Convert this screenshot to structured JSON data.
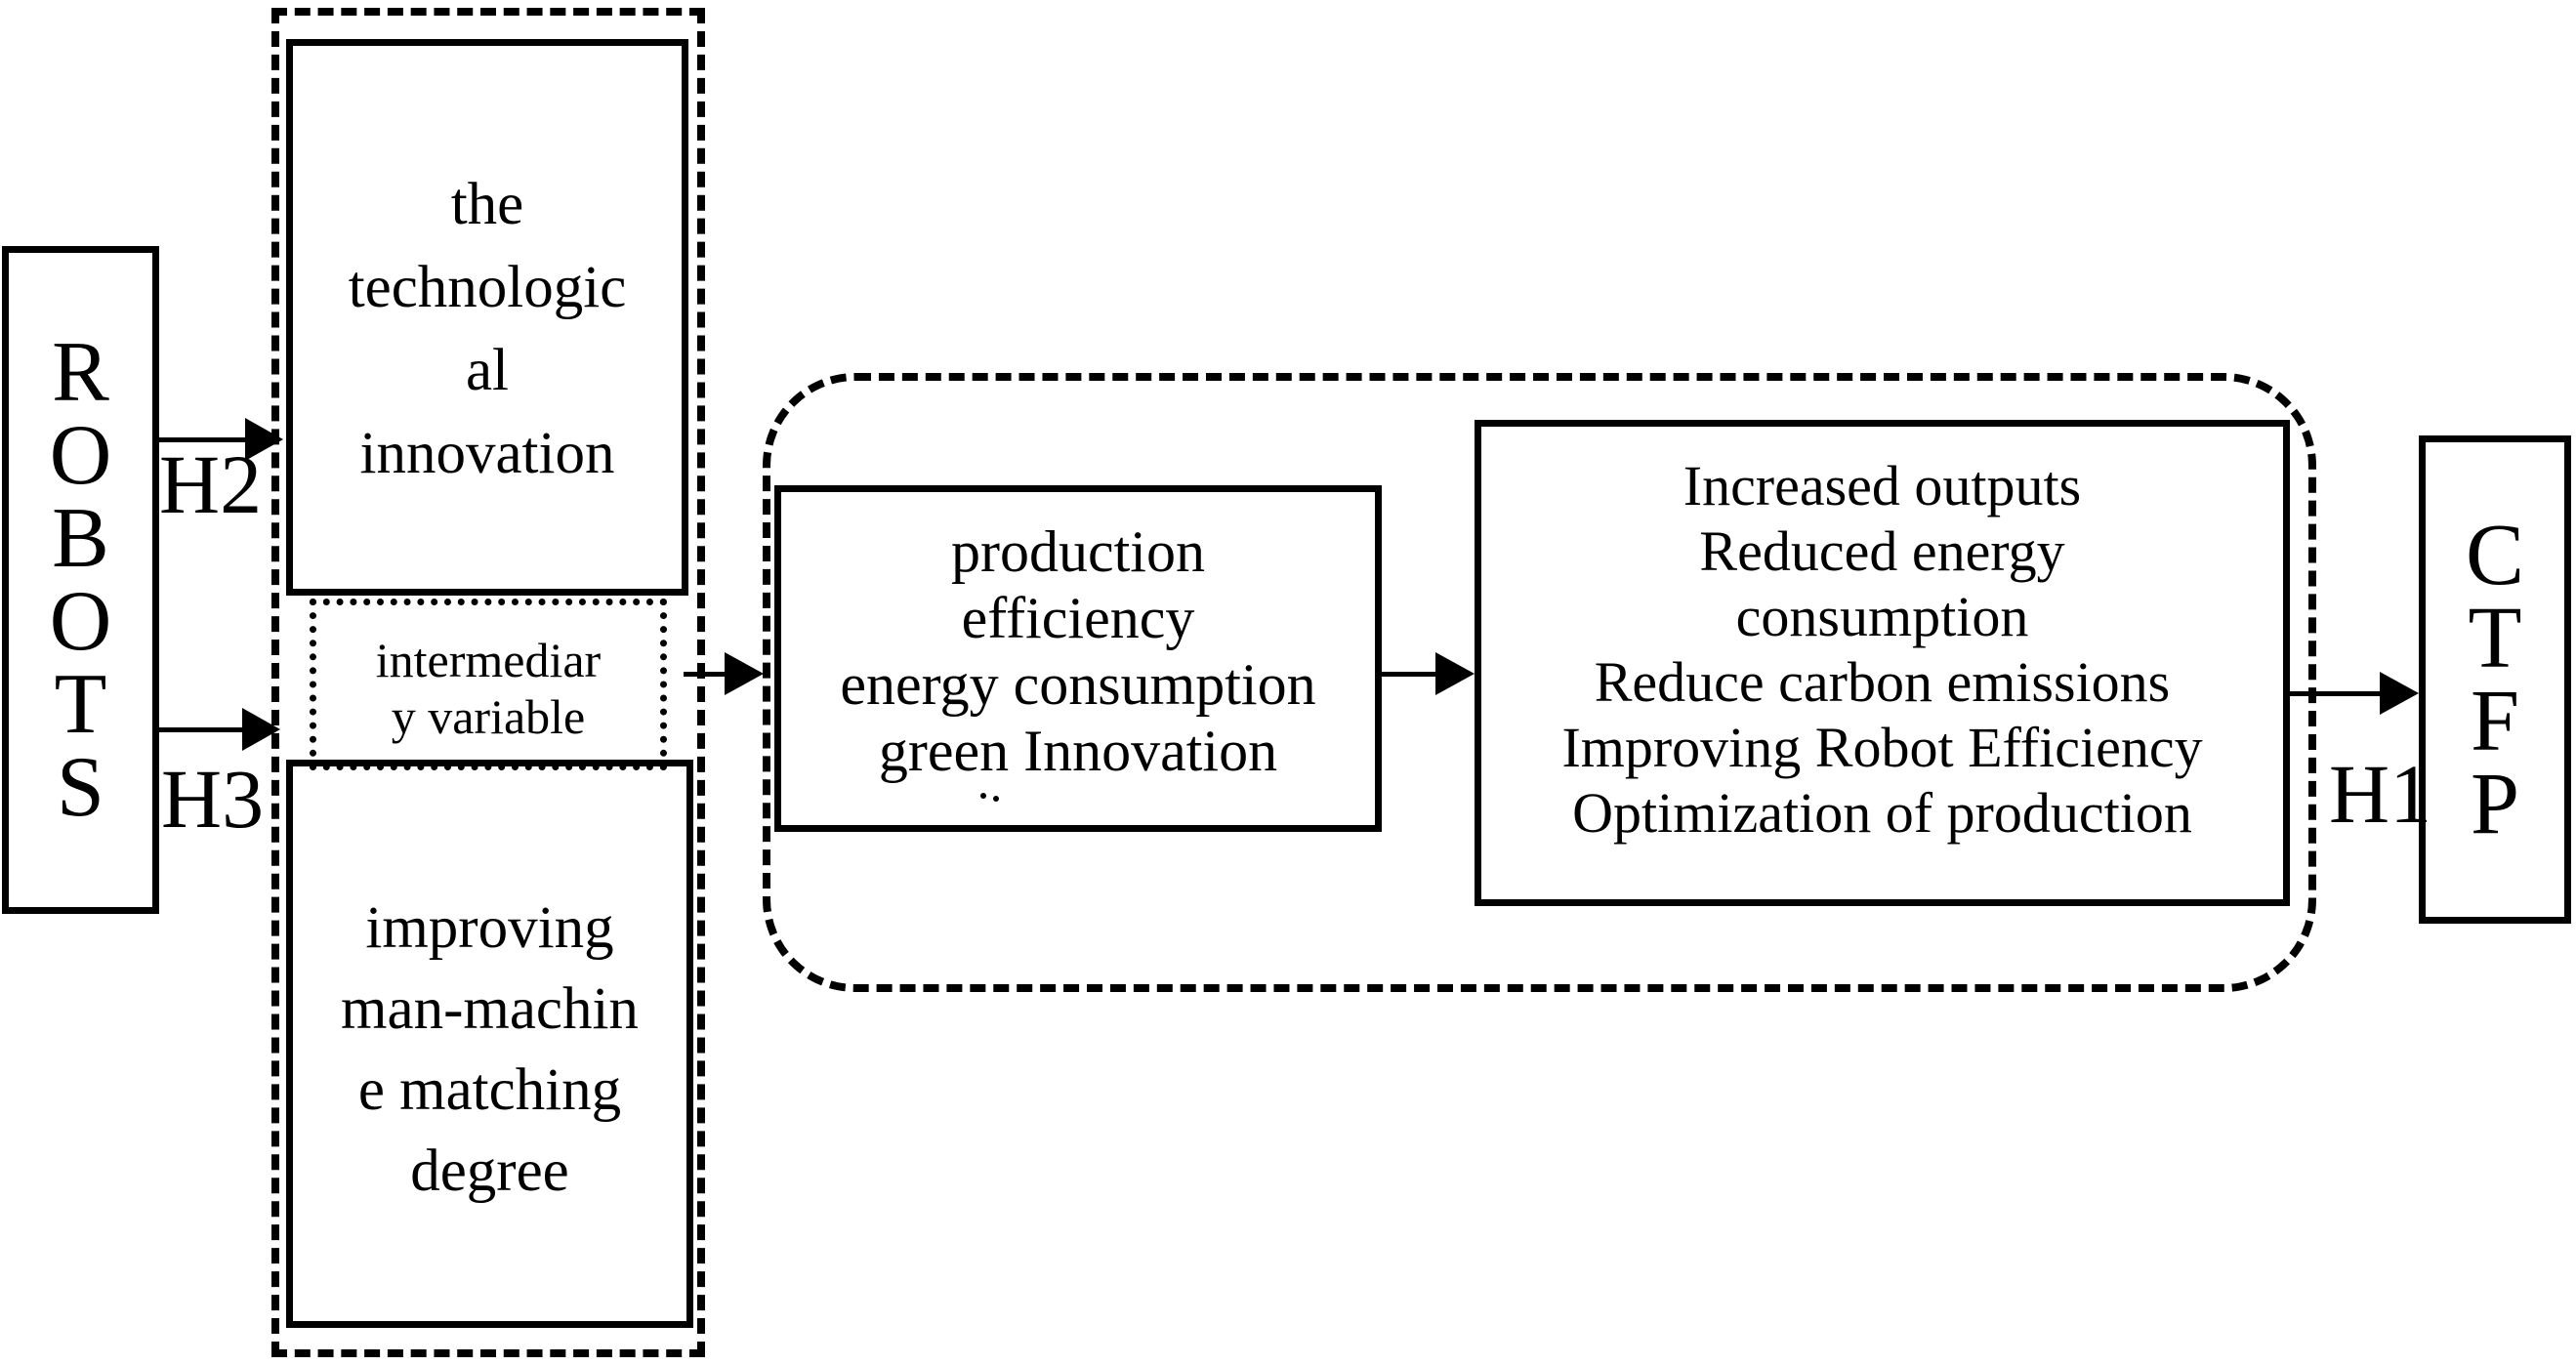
{
  "figure": {
    "background": "#ffffff",
    "ink": "#000000",
    "independent_var": {
      "label": "ROBOTS",
      "letters": [
        "R",
        "O",
        "B",
        "O",
        "T",
        "S"
      ]
    },
    "hypotheses": {
      "h1": "H1",
      "h2": "H2",
      "h3": "H3"
    },
    "mediators": {
      "technology_box": {
        "lines": [
          "the",
          "technologic",
          "al",
          "innovation"
        ]
      },
      "intermediary_box": {
        "lines": [
          "intermediar",
          "y variable"
        ]
      },
      "matching_box": {
        "lines": [
          "improving",
          "man-machin",
          "e matching",
          "degree"
        ]
      }
    },
    "mechanisms": {
      "channels_box": {
        "lines": [
          "production",
          "efficiency",
          "energy consumption",
          "green Innovation"
        ]
      },
      "outcomes_box": {
        "lines": [
          "Increased outputs",
          "Reduced energy",
          "consumption",
          "Reduce carbon emissions",
          "Improving Robot Efficiency",
          "Optimization of production"
        ]
      }
    },
    "dependent_var": {
      "label": "CTFP",
      "letters": [
        "C",
        "T",
        "F",
        "P"
      ]
    }
  }
}
